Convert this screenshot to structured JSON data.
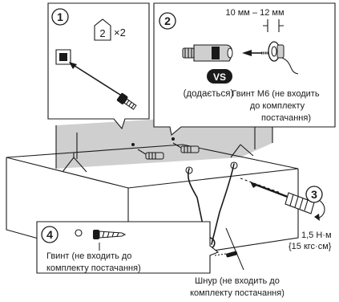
{
  "steps": {
    "s1": "1",
    "s2": "2",
    "s3": "3",
    "s4": "4"
  },
  "panel1": {
    "multiplier": "×2",
    "icon": "house-2-icon"
  },
  "panel2": {
    "dimension": "10 мм – 12 мм",
    "badge": "VS",
    "included": "(додається)",
    "screw_line1": "Гвинт M6 (не входить",
    "screw_line2": "до комплекту",
    "screw_line3": "постачання)"
  },
  "torque": {
    "line1": "1,5 Н·м",
    "line2": "{15 кгс·см}"
  },
  "panel4": {
    "line1": "Гвинт (не входить до",
    "line2": "комплекту постачання)"
  },
  "cord": {
    "line1": "Шнур (не входить до",
    "line2": "комплекту постачання)"
  },
  "colors": {
    "ink": "#1a1a1a",
    "shade": "#cfcfcf",
    "panel": "#ffffff",
    "badge": "#1a1a1a"
  }
}
